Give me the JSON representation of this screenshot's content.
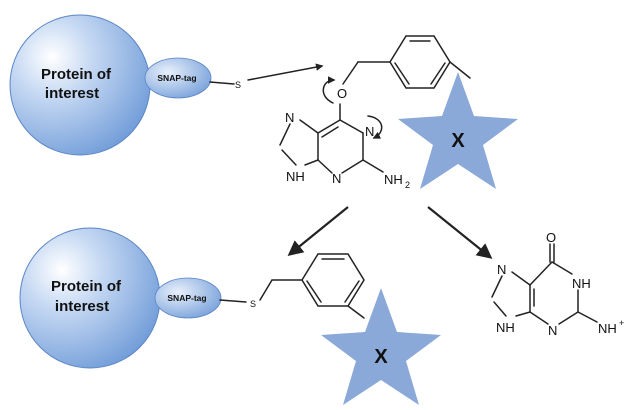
{
  "protein_top": {
    "line1": "Protein of",
    "line2": "interest"
  },
  "protein_bottom": {
    "line1": "Protein of",
    "line2": "interest"
  },
  "snap_tag": "SNAP-tag",
  "atoms": {
    "S": "S",
    "O": "O",
    "N": "N",
    "NH": "NH",
    "NH2": "NH",
    "NH2_sub": "2",
    "NH3_sub": "+"
  },
  "label_x": "X",
  "colors": {
    "protein_fill": "#8fb4e6",
    "protein_edge": "#5b86c6",
    "star_fill": "#8aa8d8",
    "tag_fill": "#8fb4e6"
  }
}
